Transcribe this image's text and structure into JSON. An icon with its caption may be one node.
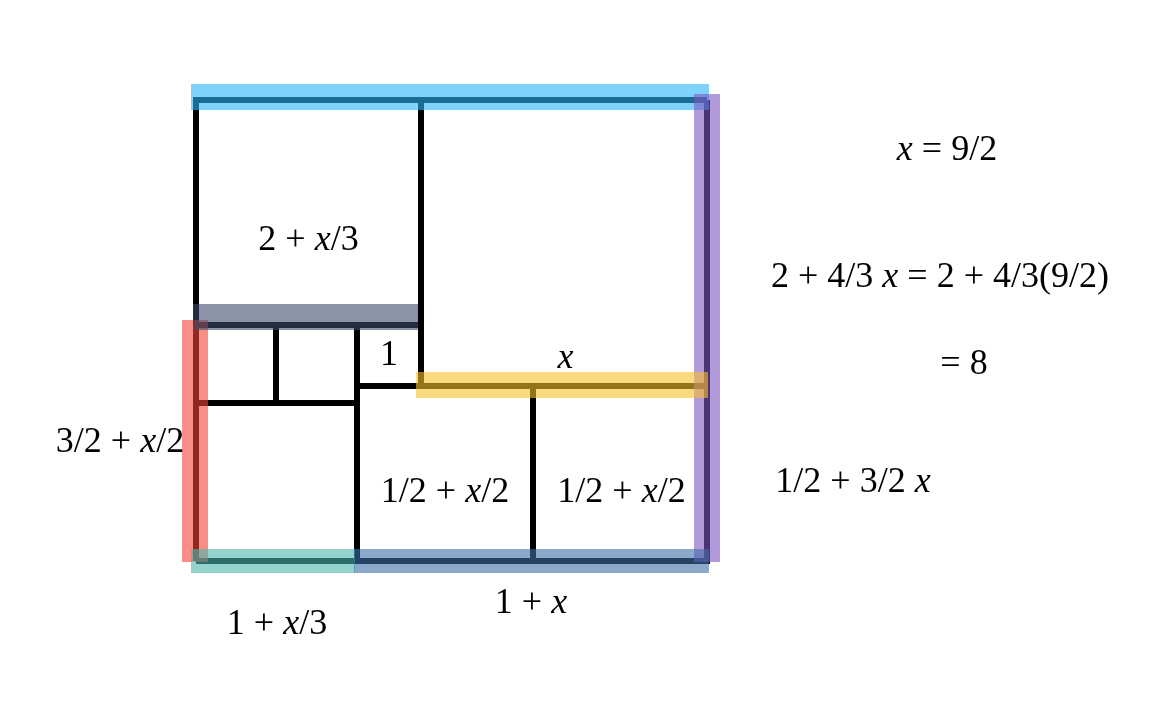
{
  "diagram": {
    "nodes": [
      {
        "text": [],
        "shape": "box"
      },
      {
        "text": [
          "2 + *x*/3"
        ],
        "in": 0
      },
      {
        "text": [
          "x"
        ],
        "in": 0
      },
      {
        "text": [],
        "shape": "box",
        "in": 0
      },
      {
        "text": [],
        "shape": "box",
        "in": 0
      },
      {
        "text": [
          "1"
        ],
        "in": 0
      },
      {
        "text": [],
        "shape": "box",
        "in": 0
      },
      {
        "text": [
          "1/2 + *x*/2"
        ],
        "in": 0
      },
      {
        "text": [
          "1/2 + *x*/2"
        ],
        "in": 0
      }
    ],
    "edges": [],
    "labels": [
      "3/2 + *x*/2",
      "1 + *x*/3",
      "1 + *x*",
      "*x* = 9/2",
      "2 + 4/3 *x* = 2 + 4/3(9/2)",
      "= 8",
      "1/2 + 3/2 *x*"
    ]
  }
}
